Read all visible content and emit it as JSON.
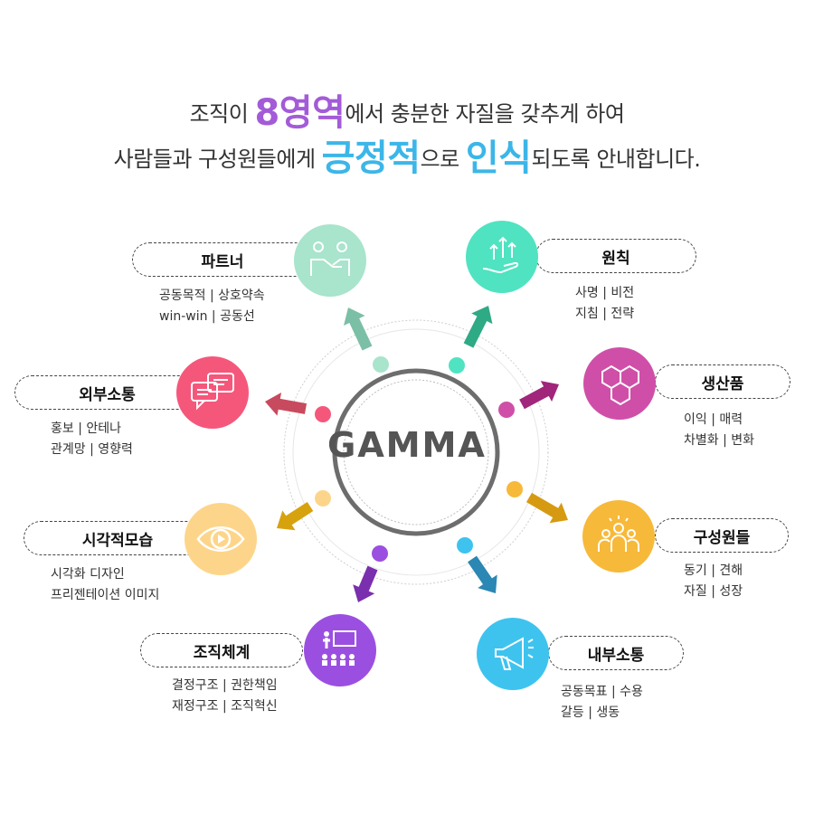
{
  "headline": {
    "line1_pre": "조직이 ",
    "line1_highlight": "8영역",
    "line1_post": "에서 충분한 자질을 갖추게 하여",
    "line2_pre": "사람들과 구성원들에게 ",
    "line2_highlight1": "긍정적",
    "line2_mid": "으로 ",
    "line2_highlight2": "인식",
    "line2_post": "되도록 안내합니다."
  },
  "center": {
    "label": "GAMMA"
  },
  "items": [
    {
      "title": "파트너",
      "line1": "공동목적 | 상호약속",
      "line2": "win-win | 공동선",
      "color": "#a9e4cc",
      "icon": "handshake-icon",
      "arrow_color": "#7bbfa6"
    },
    {
      "title": "원칙",
      "line1": "사명 | 비전",
      "line2": "지침 | 전략",
      "color": "#4fe3c1",
      "icon": "growth-hand-icon",
      "arrow_color": "#2eaa85"
    },
    {
      "title": "생산품",
      "line1": "이익 | 매력",
      "line2": "차별화 | 변화",
      "color": "#cf4fa8",
      "icon": "boxes-icon",
      "arrow_color": "#a1257b"
    },
    {
      "title": "구성원들",
      "line1": "동기 | 견해",
      "line2": "자질 | 성장",
      "color": "#f7b93a",
      "icon": "team-icon",
      "arrow_color": "#d69a12"
    },
    {
      "title": "내부소통",
      "line1": "공동목표 |  수용",
      "line2": "갈등 |  생동",
      "color": "#3ec3ef",
      "icon": "megaphone-icon",
      "arrow_color": "#2b87b3"
    },
    {
      "title": "조직체계",
      "line1": "결정구조  | 권한책임",
      "line2": "재정구조  | 조직혁신",
      "color": "#9b4fe0",
      "icon": "presentation-icon",
      "arrow_color": "#7a2fae"
    },
    {
      "title": "시각적모습",
      "line1": "시각화 디자인",
      "line2": "프리젠테이션 이미지",
      "color": "#fdd58a",
      "icon": "eye-icon",
      "arrow_color": "#d6a20e"
    },
    {
      "title": "외부소통",
      "line1": "홍보 | 안테나",
      "line2": "관계망 | 영향력",
      "color": "#f5577b",
      "icon": "chat-icon",
      "arrow_color": "#c84a5e"
    }
  ]
}
